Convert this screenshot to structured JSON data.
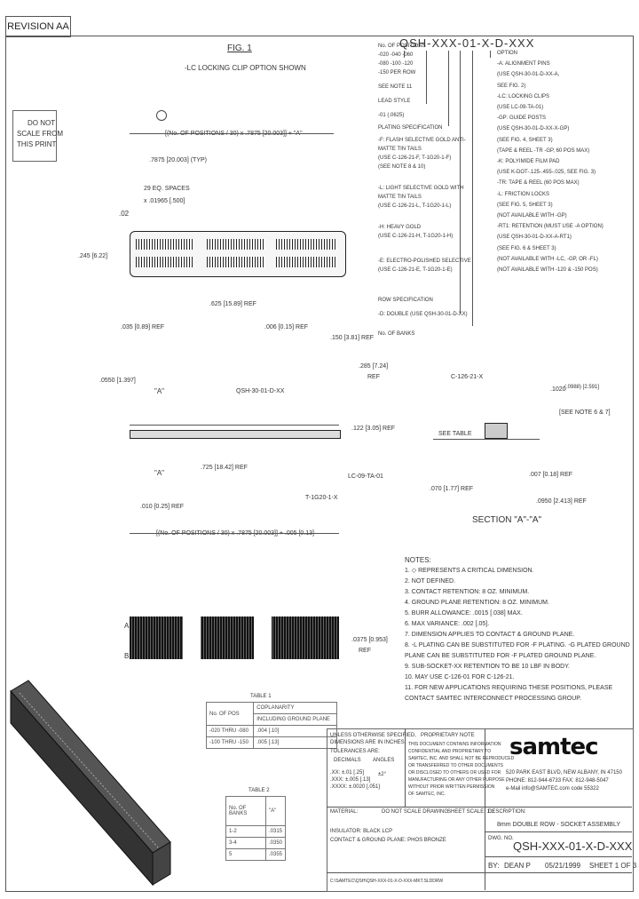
{
  "header": {
    "revision": "REVISION AA",
    "part_code": "QSH-XXX-01-X-D-XXX"
  },
  "notice": [
    "DO NOT",
    "SCALE FROM",
    "THIS PRINT"
  ],
  "fig": {
    "title": "FIG. 1",
    "subtitle": "-LC LOCKING CLIP OPTION SHOWN"
  },
  "code_labels": {
    "left": [
      "No. OF POSITIONS",
      "-020 -040 -060",
      "-080 -100 -120",
      "-150 PER ROW",
      "SEE NOTE 11",
      "LEAD STYLE",
      "-01 (.0625)",
      "PLATING SPECIFICATION",
      "-F: FLASH SELECTIVE GOLD ANTI-",
      "MATTE TIN TAILS",
      "(USE C-126-21-F, T-1G20-1-F)",
      "(SEE NOTE 8 & 10)",
      "-L: LIGHT SELECTIVE GOLD WITH",
      "MATTE TIN TAILS",
      "(USE C-126-21-L, T-1G20-1-L)",
      "-H: HEAVY GOLD",
      "(USE C-126-21-H, T-1G20-1-H)",
      "-E: ELECTRO-POLISHED SELECTIVE",
      "(USE C-126-21-E, T-1G20-1-E)",
      "ROW SPECIFICATION",
      "-D: DOUBLE (USE QSH-30-01-D-XX)",
      "No. OF BANKS"
    ],
    "right": [
      "OPTION",
      "-A: ALIGNMENT PINS",
      "(USE QSH-30-01-D-XX-A,",
      "SEE FIG. 2)",
      "-LC: LOCKING CLIPS",
      "(USE LC-09-TA-01)",
      "-GP: GUIDE POSTS",
      "(USE QSH-30-01-D-XX-X-GP)",
      "(SEE FIG. 4, SHEET 3)",
      "(TAPE & REEL -TR -GP, 60 POS MAX)",
      "-K: POLYIMIDE FILM PAD",
      "(USE K-DOT-.125-.455-.025, SEE FIG. 3)",
      "-TR: TAPE & REEL (60 POS MAX)",
      "-L: FRICTION LOCKS",
      "(SEE FIG. 5, SHEET 3)",
      "(NOT AVAILABLE WITH -GP)",
      "-RT1: RETENTION (MUST USE -A OPTION)",
      "(USE QSH-30-01-D-XX-A-RT1)",
      "(SEE FIG. 6 & SHEET 3)",
      "(NOT AVAILABLE WITH -LC, -GP, OR -FL)",
      "(NOT AVAILABLE WITH -120 & -150 POS)"
    ]
  },
  "dims": {
    "overall": "[(No. OF POSITIONS / 30) x .7875 [20.003]] + \"A\"",
    "pitch": ".7875 [20.003] (TYP)",
    "spaces": "29 EQ. SPACES",
    "spaces_val": "x .01965 [.500]",
    "h1": ".245 [6.22]",
    "d1": ".625 [15.89] REF",
    "d2": ".035 [0.89] REF",
    "d3": ".006 [0.15] REF",
    "d4": ".150 [3.81] REF",
    "d5": ".285 [7.24]",
    "d5b": "REF",
    "side1": ".0550 [1.397]",
    "a1": "\"A\"",
    "a2": "\"A\"",
    "side_part": "QSH-30-01-D-XX",
    "side2": ".122 [3.05] REF",
    "side3": ".725 [18.42] REF",
    "side4": ".010 [0.25] REF",
    "lc": "LC-09-TA-01",
    "t1g": "T-1G20-1-X",
    "overall2": "[(No. OF POSITIONS / 30) x .7875 [20.003]] + .005 [0.13]",
    "sec_part": "C-126-21-X",
    "sec_d1": ".1020",
    "sec_d2": "(.0988) [2.591]",
    "sec_d3": "[SEE NOTE 6 & 7]",
    "see_table": "SEE TABLE",
    "sec_d4": ".007 [0.18] REF",
    "sec_d5": ".070 [1.77] REF",
    "sec_d6": ".0950 [2.413] REF",
    "section": "SECTION \"A\"-\"A\"",
    "bottom_dim": ".0375 [0.953]",
    "bottom_dim2": "REF",
    "label_a": "A",
    "label_b": "B",
    "label_02": ".02"
  },
  "notes": {
    "title": "NOTES:",
    "items": [
      "1. ◇ REPRESENTS A CRITICAL DIMENSION.",
      "2. NOT DEFINED.",
      "3. CONTACT RETENTION: 8 OZ. MINIMUM.",
      "4. GROUND PLANE RETENTION: 8 OZ. MINIMUM.",
      "5. BURR ALLOWANCE: .0015 [.038] MAX.",
      "6. MAX VARIANCE: .002 [.05].",
      "7. DIMENSION APPLIES TO CONTACT & GROUND PLANE.",
      "8. -L PLATING CAN BE SUBSTITUTED FOR -F PLATING. -G PLATED GROUND",
      "   PLANE CAN BE SUBSTITUTED FOR -F PLATED GROUND PLANE.",
      "9. SUB-SOCKET-XX RETENTION TO BE 10 LBF IN BODY.",
      "10. MAY USE C-126-01 FOR C-126-21.",
      "11. FOR NEW APPLICATIONS REQUIRING THESE POSITIONS, PLEASE",
      "    CONTACT SAMTEC INTERCONNECT PROCESSING GROUP."
    ]
  },
  "table1": {
    "title": "TABLE 1",
    "col1": "No. OF POS",
    "col2a": "COPLANARITY",
    "col2b": "INCLUDING GROUND PLANE",
    "rows": [
      [
        "-020 THRU -080",
        ".004 [.10]"
      ],
      [
        "-100 THRU -150",
        ".005 [.13]"
      ]
    ]
  },
  "table2": {
    "title": "TABLE 2",
    "col1": "No. OF BANKS",
    "col2": "\"A\"",
    "rows": [
      [
        "1-2",
        ".0315"
      ],
      [
        "3-4",
        ".0350"
      ],
      [
        "5",
        ".0355"
      ]
    ]
  },
  "titleblock": {
    "unless": "UNLESS OTHERWISE SPECIFIED,",
    "unless2": "DIMENSIONS ARE IN INCHES.",
    "tolerances": "TOLERANCES ARE:",
    "dec1": "DECIMALS",
    "ang": "ANGLES",
    "t1": ".XX: ±.01 [.25]",
    "t2": ".XXX: ±.005 [.13]",
    "t3": ".XXXX: ±.0020 [.051]",
    "t4": "±2°",
    "proprietary": "PROPRIETARY NOTE",
    "prop_lines": [
      "THIS DOCUMENT CONTAINS INFORMATION",
      "CONFIDENTIAL AND PROPRIETARY TO",
      "SAMTEC, INC. AND SHALL NOT BE REPRODUCED",
      "OR TRANSFERRED TO OTHER DOCUMENTS",
      "OR DISCLOSED TO OTHERS OR USED FOR",
      "MANUFACTURING OR ANY OTHER PURPOSE",
      "WITHOUT PRIOR WRITTEN PERMISSION",
      "OF SAMTEC, INC."
    ],
    "logo": "samtec",
    "address": [
      "520 PARK EAST BLVD, NEW ALBANY, IN 47150",
      "PHONE: 812-944-6733   FAX: 812-948-5047",
      "e-Mail info@SAMTEC.com   code 55322"
    ],
    "material": "MATERIAL:",
    "do_not_scale": "DO NOT SCALE DRAWING",
    "sheet_scale": "SHEET SCALE: 1:1",
    "description_lbl": "DESCRIPTION:",
    "description": "8mm DOUBLE ROW - SOCKET ASSEMBLY",
    "mat1": "INSULATOR: BLACK LCP",
    "mat2": "CONTACT & GROUND PLANE: PHOS BRONZE",
    "dwg_lbl": "DWG. NO.",
    "dwg": "QSH-XXX-01-X-D-XXX",
    "by_lbl": "BY:",
    "by": "DEAN P",
    "date": "05/21/1999",
    "sheet": "SHEET 1 OF 3",
    "filepath": "C:\\SAMTEC\\QSH\\QSH-XXX-01-X-D-XXX-MKT.SLDDRW"
  }
}
